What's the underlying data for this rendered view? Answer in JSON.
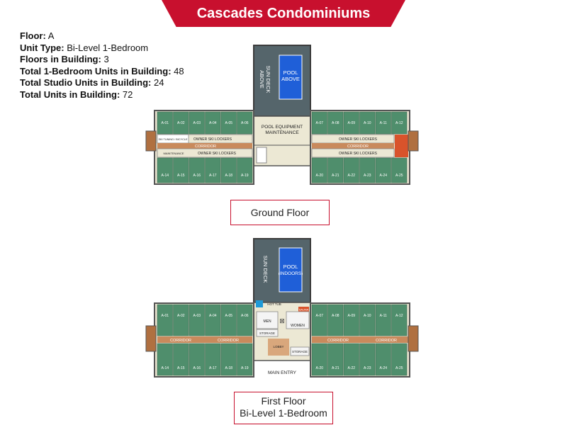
{
  "header": {
    "title": "Cascades Condominiums"
  },
  "info": [
    {
      "label": "Floor:",
      "value": "A"
    },
    {
      "label": "Unit Type:",
      "value": "Bi-Level 1-Bedroom"
    },
    {
      "label": "Floors in Building:",
      "value": "3"
    },
    {
      "label": "Total 1-Bedroom Units in Building:",
      "value": "48"
    },
    {
      "label": "Total Studio Units in Building:",
      "value": "24"
    },
    {
      "label": "Total Units in Building:",
      "value": "72"
    }
  ],
  "colors": {
    "banner": "#c8102e",
    "unit": "#4f8e6c",
    "wall": "#555555",
    "corridor": "#c98a5c",
    "lockers": "#ece8d4",
    "pool": "#1f5fd8",
    "tower": "#55656b"
  },
  "ground": {
    "label": "Ground Floor",
    "pool_label_1": "POOL",
    "pool_label_2": "ABOVE",
    "deck_label_1": "SUN DECK",
    "deck_label_2": "ABOVE",
    "equipment_1": "POOL EQUIPMENT",
    "equipment_2": "MAINTENANCE",
    "units_top_left": [
      "A-01",
      "A-02",
      "A-03",
      "A-04",
      "A-05",
      "A-06"
    ],
    "units_bottom_left": [
      "A-14",
      "A-15",
      "A-16",
      "A-17",
      "A-18",
      "A-19"
    ],
    "units_top_right": [
      "A-07",
      "A-08",
      "A-09",
      "A-10",
      "A-11",
      "A-12"
    ],
    "units_bottom_right": [
      "A-20",
      "A-21",
      "A-22",
      "A-23",
      "A-24",
      "A-25"
    ],
    "corridor": "CORRIDOR",
    "lockers": "OWNER SKI LOCKERS",
    "bike_room": "SKI TUNING / BICYCLE",
    "maintenance": "MAINTENANCE"
  },
  "first": {
    "label_1": "First Floor",
    "label_2": "Bi-Level 1-Bedroom",
    "pool_label_1": "POOL",
    "pool_label_2": "(INDOORS)",
    "deck_label": "SUN DECK",
    "hot_tub": "HOT TUB",
    "sauna": "SAUNA",
    "men": "MEN",
    "women": "WOMEN",
    "storage_1": "STORAGE",
    "storage_2": "STORAGE",
    "lobby": "LOBBY",
    "main_entry": "MAIN ENTRY",
    "units_top_left": [
      "A-01",
      "A-02",
      "A-03",
      "A-04",
      "A-05",
      "A-06"
    ],
    "units_bottom_left": [
      "A-14",
      "A-15",
      "A-16",
      "A-17",
      "A-18",
      "A-19"
    ],
    "units_top_right": [
      "A-07",
      "A-08",
      "A-09",
      "A-10",
      "A-11",
      "A-12"
    ],
    "units_bottom_right": [
      "A-20",
      "A-21",
      "A-22",
      "A-23",
      "A-24",
      "A-25"
    ],
    "corridor": "CORRIDOR"
  }
}
